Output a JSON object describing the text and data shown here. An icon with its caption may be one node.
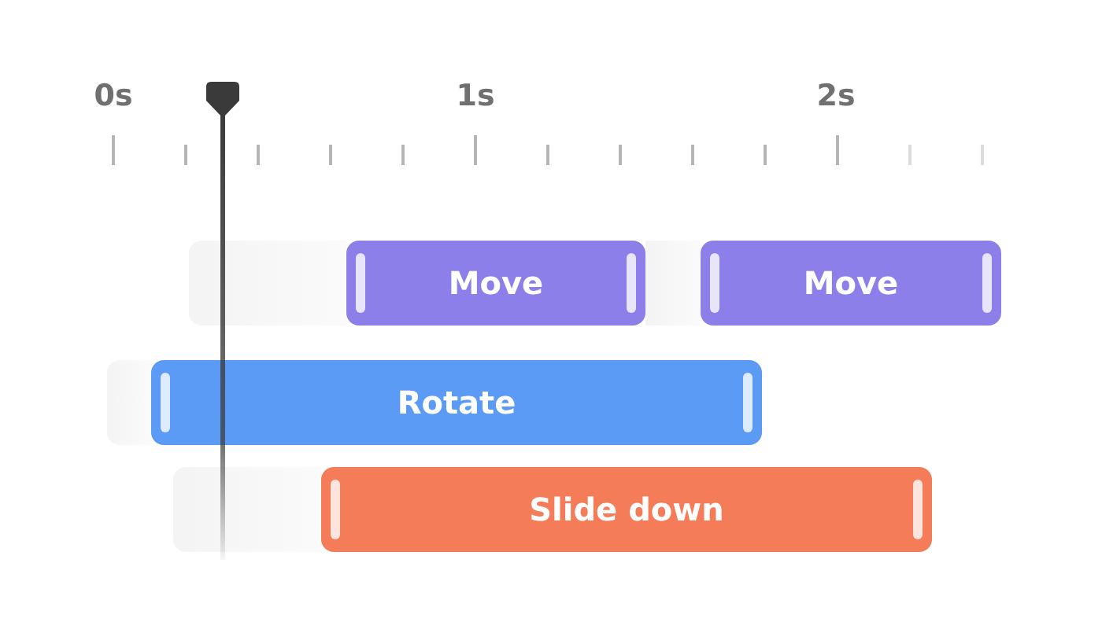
{
  "diagram": {
    "nodes": [
      {
        "text": [
          "Move"
        ]
      },
      {
        "text": [
          "Move"
        ]
      },
      {
        "text": [
          "Rotate"
        ]
      },
      {
        "text": [
          "Slide down"
        ]
      }
    ],
    "labels": [
      "0s",
      "1s",
      "2s"
    ]
  }
}
